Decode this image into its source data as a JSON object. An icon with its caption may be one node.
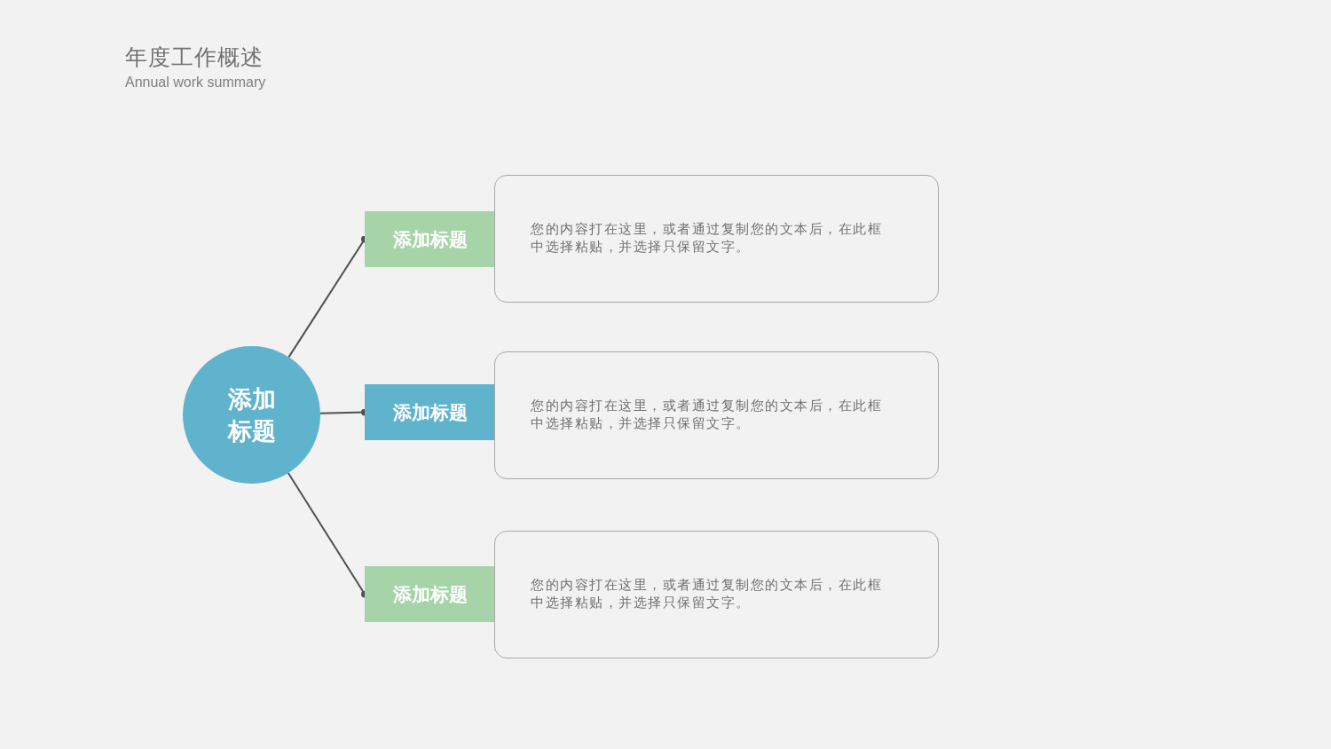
{
  "diagram": {
    "title": "年度工作概述",
    "nodes": [
      {
        "text": [
          "添加标题"
        ]
      },
      {
        "text": [
          "添加标题"
        ]
      },
      {
        "text": [
          "您的内容打在这里，或者通过复制您的文本后，在此框中选择粘贴，并选择只保留文字。"
        ]
      },
      {
        "text": [
          "添加标题"
        ]
      },
      {
        "text": [
          "您的内容打在这里，或者通过复制您的文本后，在此框中选择粘贴，并选择只保留文字。"
        ]
      },
      {
        "text": [
          "添加标题"
        ]
      },
      {
        "text": [
          "您的内容打在这里，或者通过复制您的文本后，在此框中选择粘贴，并选择只保留文字。"
        ]
      }
    ],
    "edges": [
      {
        "from": 0,
        "to": 1,
        "arrow": "other"
      },
      {
        "from": 0,
        "to": 3,
        "arrow": "other"
      },
      {
        "from": 0,
        "to": 5,
        "arrow": "other"
      }
    ],
    "labels": [
      "Annual work summary"
    ]
  }
}
